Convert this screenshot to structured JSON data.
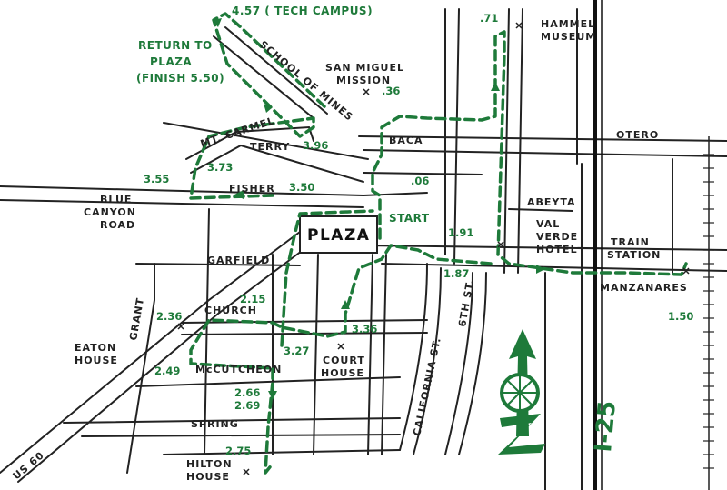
{
  "colors": {
    "route": "#1e7a3a",
    "ink": "#222222",
    "paper": "#ffffff"
  },
  "title": {
    "tech_campus": "4.57 ( TECH CAMPUS)",
    "return_line1": "RETURN TO",
    "return_line2": "PLAZA",
    "return_line3": "(FINISH 5.50)"
  },
  "places": {
    "plaza": "PLAZA",
    "start": "START",
    "san_miguel1": "SAN MIGUEL",
    "san_miguel2": "MISSION",
    "hammel1": "HAMMEL",
    "hammel2": "MUSEUM",
    "val_verde1": "VAL",
    "val_verde2": "VERDE",
    "val_verde3": "HOTEL",
    "train1": "TRAIN",
    "train2": "STATION",
    "blue1": "BLUE",
    "blue2": "CANYON",
    "blue3": "ROAD",
    "eaton1": "EATON",
    "eaton2": "HOUSE",
    "court1": "COURT",
    "court2": "HOUSE",
    "hilton1": "HILTON",
    "hilton2": "HOUSE"
  },
  "streets": {
    "school_of_mines": "SCHOOL OF MINES",
    "mt_carmel": "MT. CARMEL",
    "terry": "TERRY",
    "fisher": "FISHER",
    "baca": "BACA",
    "otero": "OTERO",
    "abeyta": "ABEYTA",
    "garfield": "GARFIELD",
    "church": "CHURCH",
    "mccutcheon": "McCUTCHEON",
    "spring": "SPRING",
    "grant": "GRANT",
    "california": "CALIFORNIA ST.",
    "sixth": "6TH ST.",
    "manzanares": "MANZANARES",
    "us60": "US 60",
    "i25": "I-25"
  },
  "miles": {
    "m071": ".71",
    "m036": ".36",
    "m396": "3.96",
    "m373": "3.73",
    "m355": "3.55",
    "m350": "3.50",
    "m006": ".06",
    "m191": "1.91",
    "m187": "1.87",
    "m150": "1.50",
    "m236": "2.36",
    "m215": "2.15",
    "m249": "2.49",
    "m327": "3.27",
    "m336": "3.36",
    "m266": "2.66",
    "m269": "2.69",
    "m275": "2.75"
  }
}
